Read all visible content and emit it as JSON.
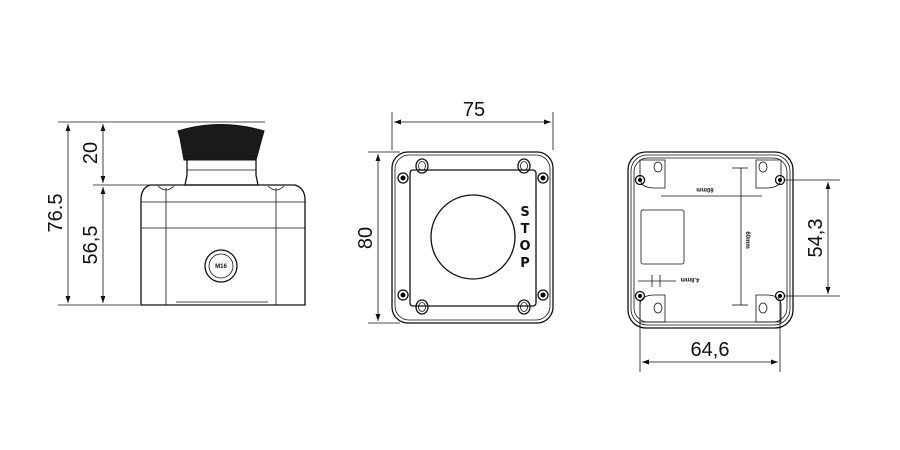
{
  "side_view": {
    "overall_height": "76.5",
    "button_height": "20",
    "body_height": "56,5",
    "gland_label": "M16"
  },
  "front_view": {
    "width": "75",
    "height": "80",
    "stop_letters": [
      "S",
      "T",
      "O",
      "P"
    ]
  },
  "rear_view": {
    "width": "64,6",
    "hole_spacing": "54,3",
    "inner_h_label": "60mm",
    "inner_v_label": "60mm",
    "slot_label": "4.8mm"
  }
}
